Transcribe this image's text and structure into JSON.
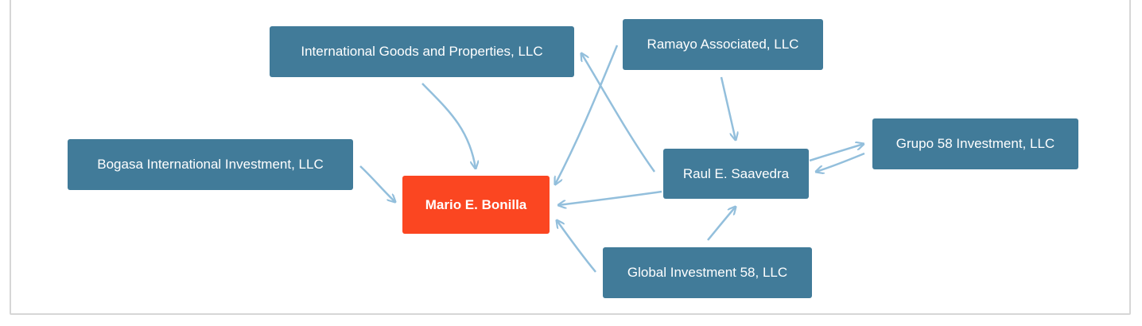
{
  "diagram": {
    "colors": {
      "entity": "#417b99",
      "focus": "#fb4621",
      "edge": "#93bfdc",
      "frame": "#d6d6d6"
    },
    "nodes": [
      {
        "id": "igp",
        "label": "International Goods and Properties, LLC"
      },
      {
        "id": "ramayo",
        "label": "Ramayo Associated, LLC"
      },
      {
        "id": "bogasa",
        "label": "Bogasa International Investment, LLC"
      },
      {
        "id": "mario",
        "label": "Mario E. Bonilla",
        "focus": true
      },
      {
        "id": "raul",
        "label": "Raul E. Saavedra"
      },
      {
        "id": "grupo58",
        "label": "Grupo 58 Investment, LLC"
      },
      {
        "id": "global58",
        "label": "Global Investment 58, LLC"
      }
    ],
    "edges": [
      {
        "from": "igp",
        "to": "mario"
      },
      {
        "from": "ramayo",
        "to": "mario"
      },
      {
        "from": "bogasa",
        "to": "mario"
      },
      {
        "from": "raul",
        "to": "mario"
      },
      {
        "from": "global58",
        "to": "mario"
      },
      {
        "from": "raul",
        "to": "igp"
      },
      {
        "from": "ramayo",
        "to": "raul"
      },
      {
        "from": "grupo58",
        "to": "raul"
      },
      {
        "from": "raul",
        "to": "grupo58"
      },
      {
        "from": "global58",
        "to": "raul"
      }
    ]
  }
}
